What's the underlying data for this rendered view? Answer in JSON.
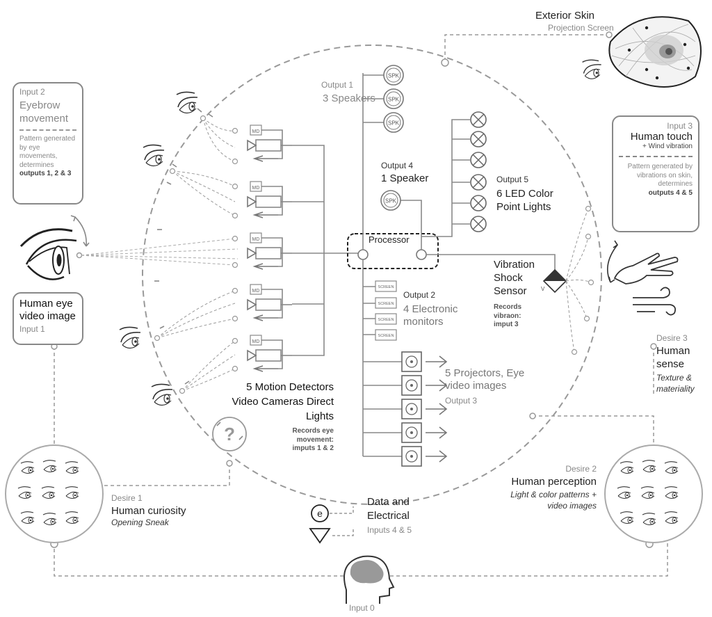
{
  "exterior": {
    "title": "Exterior Skin",
    "subtitle": "Projection Screen"
  },
  "input2": {
    "label": "Input 2",
    "title": "Eyebrow movement",
    "desc": "Pattern generated by eye movements, determines",
    "strong": "outputs 1, 2 & 3"
  },
  "input3": {
    "label": "Input 3",
    "title": "Human touch",
    "sub": "+ Wind vibration",
    "desc": "Pattern generated by vibrations on skin, determines",
    "strong": "outputs 4 & 5"
  },
  "input1": {
    "title": "Human eye video image",
    "label": "Input 1"
  },
  "output1": {
    "label": "Output 1",
    "title": "3 Speakers"
  },
  "output4": {
    "label": "Output 4",
    "title": "1 Speaker"
  },
  "output5": {
    "label": "Output 5",
    "title": "6 LED Color Point Lights"
  },
  "output2": {
    "label": "Output 2",
    "title": "4 Electronic monitors"
  },
  "output3": {
    "title": "5 Projectors, Eye video images",
    "label": "Output 3"
  },
  "processor": {
    "label": "Processor"
  },
  "vibration": {
    "title": "Vibration Shock Sensor",
    "desc": "Records vibraon: imput 3",
    "v_mark": "V"
  },
  "motion": {
    "title": "5 Motion Detectors Video Cameras Direct Lights",
    "desc": "Records eye movement: imputs 1 & 2"
  },
  "desire1": {
    "label": "Desire 1",
    "title": "Human curiosity",
    "sub": "Opening Sneak"
  },
  "desire2": {
    "label": "Desire 2",
    "title": "Human perception",
    "sub": "Light & color patterns + video images"
  },
  "desire3": {
    "label": "Desire 3",
    "title": "Human sense",
    "sub": "Texture & materiality"
  },
  "data_el": {
    "title": "Data and Electrical",
    "label": "Inputs 4 & 5",
    "e_symbol": "e"
  },
  "input0": {
    "label": "Input 0"
  },
  "symbols": {
    "speaker": "SPK",
    "md": "MD",
    "screen": "SCREEN",
    "question": "?"
  },
  "icons": [
    "eye-icon",
    "speaker-icon",
    "led-light-icon",
    "projector-icon",
    "screen-icon",
    "hand-icon",
    "wind-icon",
    "brain-head-icon",
    "motion-detector-icon"
  ]
}
